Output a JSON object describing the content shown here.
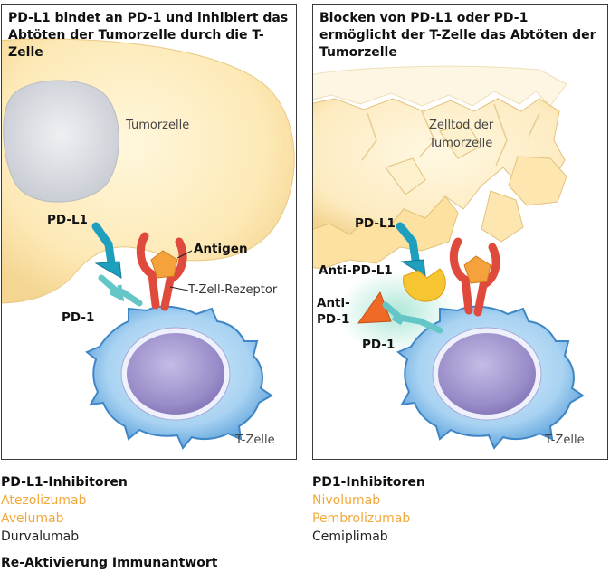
{
  "panels": {
    "left": {
      "title": "PD-L1 bindet an PD-1 und inhibiert das Abtöten der Tumorzelle durch die T-Zelle",
      "tumor_label": "Tumorzelle",
      "pdl1_label": "PD-L1",
      "antigen_label": "Antigen",
      "tcr_label": "T-Zell-Rezeptor",
      "pd1_label": "PD-1",
      "tcell_label": "T-Zelle"
    },
    "right": {
      "title": "Blocken von PD-L1 oder PD-1 ermöglicht der T-Zelle das Abtöten der Tumorzelle",
      "tumor_label_line1": "Zelltod der",
      "tumor_label_line2": "Tumorzelle",
      "pdl1_label": "PD-L1",
      "anti_pdl1_label": "Anti-PD-L1",
      "anti_pd1_label_line1": "Anti-",
      "anti_pd1_label_line2": "PD-1",
      "pd1_label": "PD-1",
      "tcell_label": "T-Zelle"
    }
  },
  "drugs": {
    "left": {
      "heading": "PD-L1-Inhibitoren",
      "items": [
        "Atezolizumab",
        "Avelumab",
        "Durvalumab"
      ]
    },
    "right": {
      "heading": "PD1-Inhibitoren",
      "items": [
        "Nivolumab",
        "Pembrolizumab",
        "Cemiplimab"
      ]
    }
  },
  "footer": "Re-Aktivierung Immunantwort",
  "colors": {
    "tumor": "#fde9b6",
    "nucleus_tumor": "#d9dce1",
    "tcell": "#5ea4dc",
    "nucleus_tcell": "#9a8cc8",
    "pdl1": "#1d9fbd",
    "pd1": "#64c6c7",
    "tcr": "#e04a3c",
    "antigen": "#f6a23c",
    "anti_pdl1": "#f7c531",
    "anti_pd1": "#ee6a26",
    "highlight_drug": "#f2a93b"
  }
}
